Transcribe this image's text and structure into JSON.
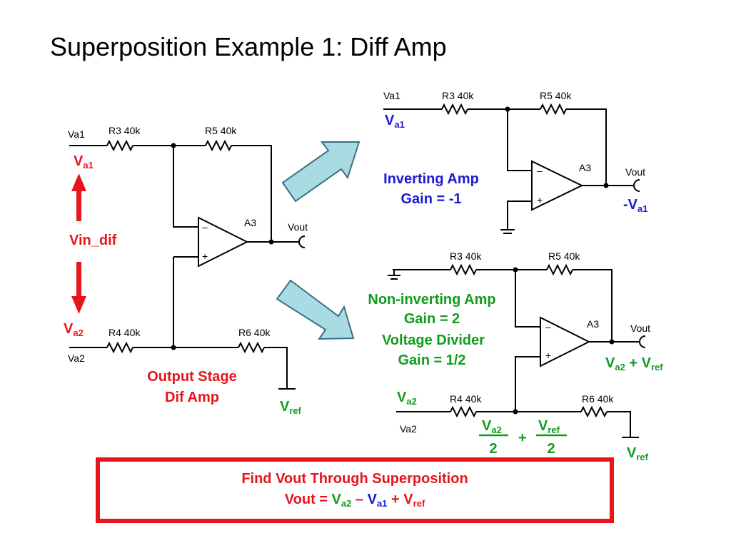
{
  "title": "Superposition Example 1:  Diff Amp",
  "left_circuit": {
    "va1_node": "Va1",
    "va1_main": "V",
    "va1_sub": "a1",
    "r3": "R3 40k",
    "r5": "R5 40k",
    "amp": "A3",
    "vout": "Vout",
    "minus": "–",
    "plus": "+",
    "vin_dif": "Vin_dif",
    "va2_main": "V",
    "va2_sub": "a2",
    "va2_node": "Va2",
    "r4": "R4 40k",
    "r6": "R6 40k",
    "stage_line1": "Output Stage",
    "stage_line2": "Dif Amp",
    "vref_main": "V",
    "vref_sub": "ref"
  },
  "top_right_circuit": {
    "va1_node": "Va1",
    "va1_main": "V",
    "va1_sub": "a1",
    "r3": "R3 40k",
    "r5": "R5 40k",
    "amp": "A3",
    "vout": "Vout",
    "minus": "–",
    "plus": "+",
    "mode_line1": "Inverting Amp",
    "mode_line2": "Gain = -1",
    "result_main": "-V",
    "result_sub": "a1"
  },
  "bottom_right_circuit": {
    "r3": "R3 40k",
    "r5": "R5 40k",
    "amp": "A3",
    "vout": "Vout",
    "minus": "–",
    "plus": "+",
    "mode_line1": "Non-inverting Amp",
    "mode_line2": "Gain = 2",
    "mode_line3": "Voltage Divider",
    "mode_line4": "Gain = 1/2",
    "result_va2_main": "V",
    "result_va2_sub": "a2",
    "result_plus": " + V",
    "result_ref_sub": "ref",
    "va2_main": "V",
    "va2_sub": "a2",
    "va2_node": "Va2",
    "r4": "R4 40k",
    "r6": "R6 40k",
    "frac1_main": "V",
    "frac1_sub": "a2",
    "frac1_den": "2",
    "frac_plus": "+",
    "frac2_main": "V",
    "frac2_sub": "ref",
    "frac2_den": "2",
    "vref_main": "V",
    "vref_sub": "ref"
  },
  "summary": {
    "line1": "Find Vout Through Superposition",
    "eq_prefix": "Vout = ",
    "eq_va2": "V",
    "eq_va2_sub": "a2",
    "eq_minus": " – ",
    "eq_va1": "V",
    "eq_va1_sub": "a1",
    "eq_plus": " + V",
    "eq_ref_sub": "ref"
  },
  "colors": {
    "red": "#e8141c",
    "blue": "#1a1ad6",
    "green": "#119c1e",
    "arrow_fill": "#a9dbe2"
  }
}
